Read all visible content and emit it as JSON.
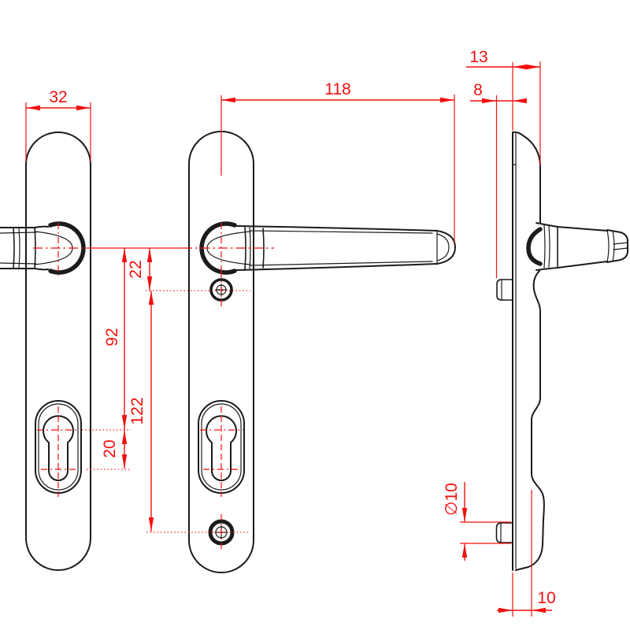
{
  "drawing": {
    "kind": "technical-drawing",
    "subject": "door-handle-backplate",
    "units": "mm"
  },
  "dimensions": {
    "plate_width": {
      "label": "32"
    },
    "handle_length": {
      "label": "118"
    },
    "head_depth": {
      "label": "13"
    },
    "lug_projection": {
      "label": "8"
    },
    "handle_to_top_screw": {
      "label": "22"
    },
    "handle_to_cylinder": {
      "label": "92"
    },
    "screw_spacing": {
      "label": "122"
    },
    "cylinder_stem_offset": {
      "label": "20"
    },
    "lug_diameter": {
      "label": "∅10"
    },
    "base_depth": {
      "label": "10"
    }
  },
  "colors": {
    "dimension_red": "#f2100e",
    "line_black": "#1b1b1b",
    "background": "#ffffff"
  }
}
